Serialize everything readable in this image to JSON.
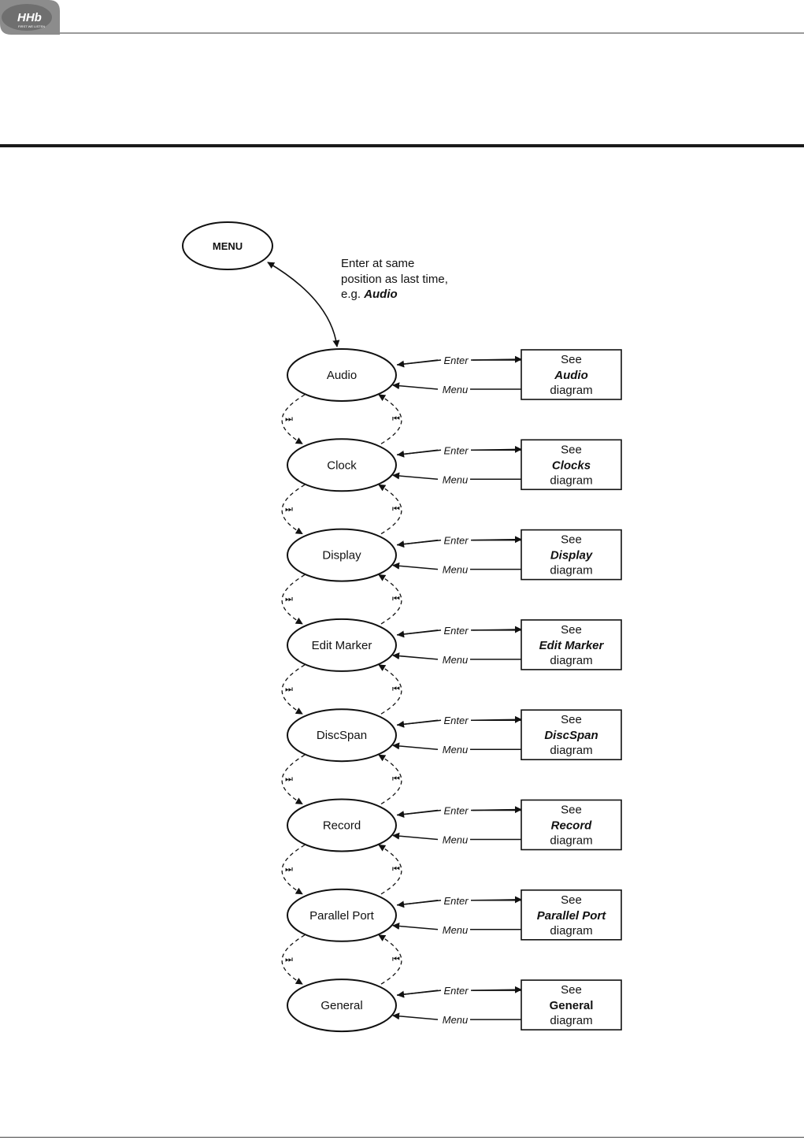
{
  "header": {
    "logo_text": "HHb",
    "logo_tagline": "FIRST WE LISTEN"
  },
  "diagram": {
    "menu_label": "MENU",
    "note_lines": [
      "Enter at same",
      "position as last time,"
    ],
    "note_prefix": "e.g. ",
    "note_example": "Audio",
    "enter_label": "Enter",
    "menu_return_label": "Menu",
    "next_icon": "⏭",
    "prev_icon": "⏮",
    "see_label": "See",
    "diagram_label": "diagram",
    "nodes": [
      {
        "name": "Audio",
        "target": "Audio",
        "target_italic": true
      },
      {
        "name": "Clock",
        "target": "Clocks",
        "target_italic": true
      },
      {
        "name": "Display",
        "target": "Display",
        "target_italic": true
      },
      {
        "name": "Edit Marker",
        "target": "Edit Marker",
        "target_italic": true
      },
      {
        "name": "DiscSpan",
        "target": "DiscSpan",
        "target_italic": true
      },
      {
        "name": "Record",
        "target": "Record",
        "target_italic": true
      },
      {
        "name": "Parallel Port",
        "target": "Parallel Port",
        "target_italic": true
      },
      {
        "name": "General",
        "target": "General",
        "target_italic": false
      }
    ]
  }
}
